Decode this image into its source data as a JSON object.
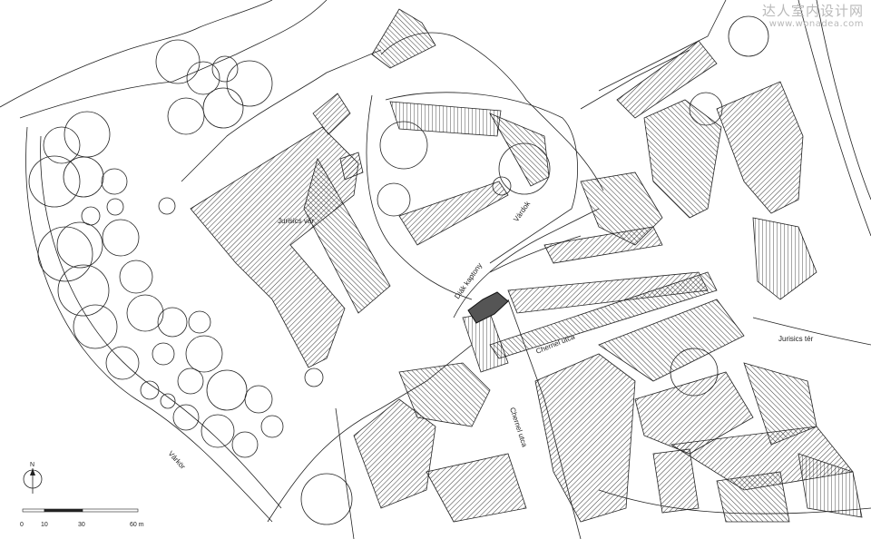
{
  "labels": {
    "castle": "Jurisics vár",
    "gate": "Diák kaptony",
    "varkor_street": "Várkör",
    "vardok": "Várdok",
    "chernel_street_h": "Chernel utca",
    "chernel_street_v": "Chernel utca",
    "square": "Jurisics tér"
  },
  "north": "N",
  "scale": {
    "ticks": [
      "0",
      "10",
      "30",
      "60 m"
    ]
  },
  "watermark": {
    "line1": "达人室内设计网",
    "line2": "www.wonadea.com"
  },
  "colors": {
    "line": "#222222",
    "highlight": "#555555",
    "background": "#ffffff"
  }
}
